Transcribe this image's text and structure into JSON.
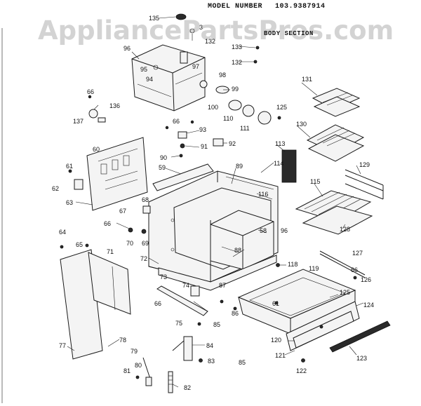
{
  "header": {
    "model_label": "MODEL NUMBER",
    "model_number": "103.9387914",
    "section": "BODY SECTION"
  },
  "watermark": "AppliancePartsPros.com",
  "part_numbers": [
    "135",
    "3",
    "132",
    "133",
    "132",
    "96",
    "97",
    "95",
    "94",
    "98",
    "99",
    "100",
    "110",
    "111",
    "125",
    "131",
    "130",
    "66",
    "136",
    "137",
    "66",
    "93",
    "92",
    "91",
    "90",
    "113",
    "114",
    "60",
    "61",
    "62",
    "89",
    "116",
    "115",
    "129",
    "59",
    "68",
    "63",
    "67",
    "66",
    "70",
    "69",
    "58",
    "96",
    "88",
    "128",
    "64",
    "65",
    "71",
    "72",
    "73",
    "118",
    "127",
    "66",
    "126",
    "119",
    "74",
    "87",
    "66",
    "125",
    "124",
    "86",
    "75",
    "85",
    "61",
    "77",
    "78",
    "120",
    "79",
    "84",
    "80",
    "83",
    "81",
    "82",
    "85",
    "121",
    "123",
    "122"
  ],
  "colors": {
    "line": "#1a1a1a",
    "watermark": "#afafaf",
    "background": "#ffffff"
  }
}
